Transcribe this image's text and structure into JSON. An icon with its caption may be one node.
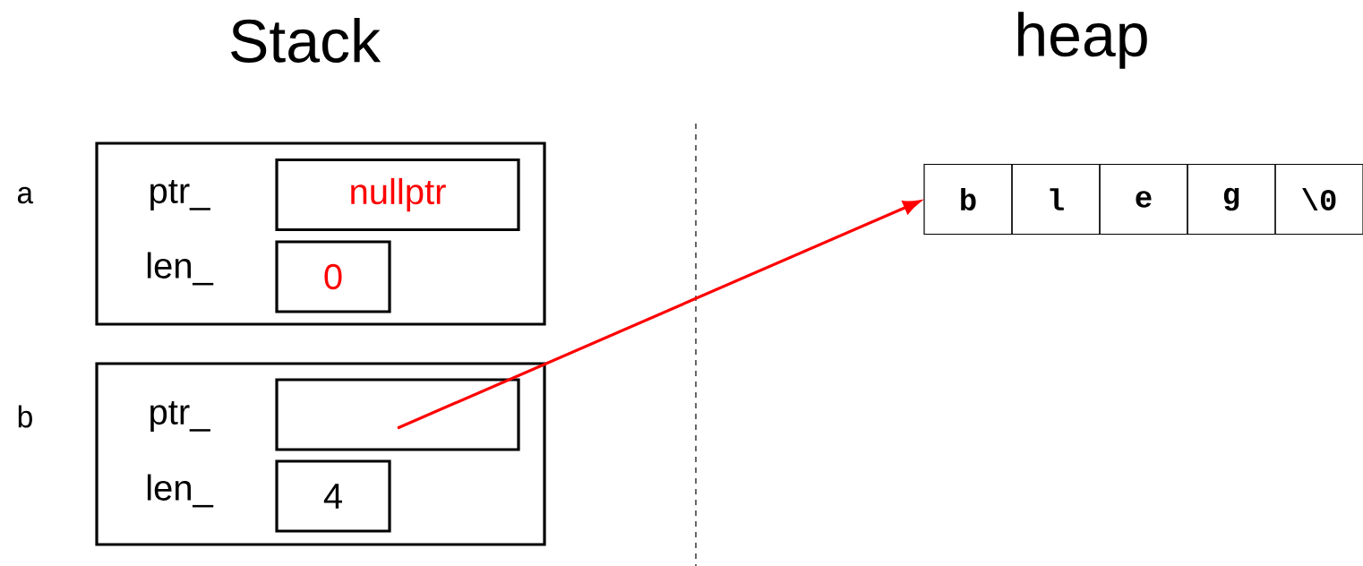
{
  "diagram": {
    "nodes": [
      {
        "text": [
          "ptr_",
          "len_"
        ],
        "beside": [
          "a"
        ]
      },
      {
        "text": [
          "nullptr"
        ],
        "in": 0
      },
      {
        "text": [
          "0"
        ],
        "in": 0
      },
      {
        "text": [
          "ptr_",
          "len_"
        ],
        "beside": [
          "b"
        ]
      },
      {
        "text": [],
        "shape": "box",
        "in": 3
      },
      {
        "text": [
          "4"
        ],
        "in": 3
      },
      {
        "text": [
          "b"
        ]
      },
      {
        "text": [
          "l"
        ]
      },
      {
        "text": [
          "e"
        ]
      },
      {
        "text": [
          "g"
        ]
      },
      {
        "text": [
          "\\0"
        ]
      }
    ],
    "edges": [
      {
        "from": 4,
        "to": 6,
        "arrow": "to",
        "color": "#ff0000"
      }
    ],
    "labels": [
      "Stack",
      "heap"
    ]
  }
}
